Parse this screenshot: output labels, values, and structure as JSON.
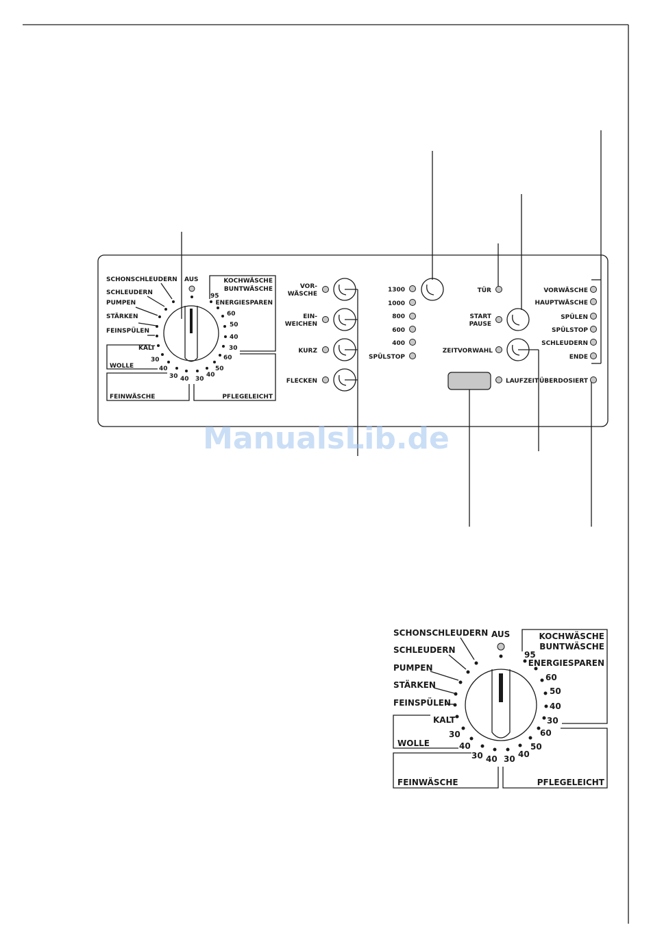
{
  "panel": {
    "dial": {
      "labels": {
        "schonschleudern": "SCHONSCHLEUDERN",
        "aus": "AUS",
        "schleudern": "SCHLEUDERN",
        "pumpen": "PUMPEN",
        "staerken": "STÄRKEN",
        "feinspuelen": "FEINSPÜLEN",
        "kalt": "KALT",
        "wolle": "WOLLE",
        "feinwaesche": "FEINWÄSCHE",
        "pflegeleicht": "PFLEGELEICHT",
        "kochwaesche": "KOCHWÄSCHE",
        "buntwaesche": "BUNTWÄSCHE",
        "energiesparen": "ENERGIESPAREN",
        "t95": "95",
        "t60a": "60",
        "t50a": "50",
        "t40a": "40",
        "t30a": "30",
        "t60b": "60",
        "t50b": "50",
        "t40b": "40",
        "t30b": "30",
        "t40c": "40",
        "t30c": "30",
        "t30d": "30",
        "t40d": "40"
      }
    },
    "options": [
      {
        "line1": "VOR-",
        "line2": "WÄSCHE"
      },
      {
        "line1": "EIN-",
        "line2": "WEICHEN"
      },
      {
        "line1": "KURZ",
        "line2": ""
      },
      {
        "line1": "FLECKEN",
        "line2": ""
      }
    ],
    "spin_speeds": [
      "1300",
      "1000",
      "800",
      "600",
      "400",
      "SPÜLSTOP"
    ],
    "door": "TÜR",
    "start_pause": {
      "line1": "START",
      "line2": "PAUSE"
    },
    "zeitvorwahl": "ZEITVORWAHL",
    "laufzeit": "LAUFZEIT",
    "phases": [
      "VORWÄSCHE",
      "HAUPTWÄSCHE",
      "SPÜLEN",
      "SPÜLSTOP",
      "SCHLEUDERN",
      "ENDE"
    ],
    "ueberdosiert": "ÜBERDOSIERT"
  },
  "watermark": "ManualsLib.de"
}
